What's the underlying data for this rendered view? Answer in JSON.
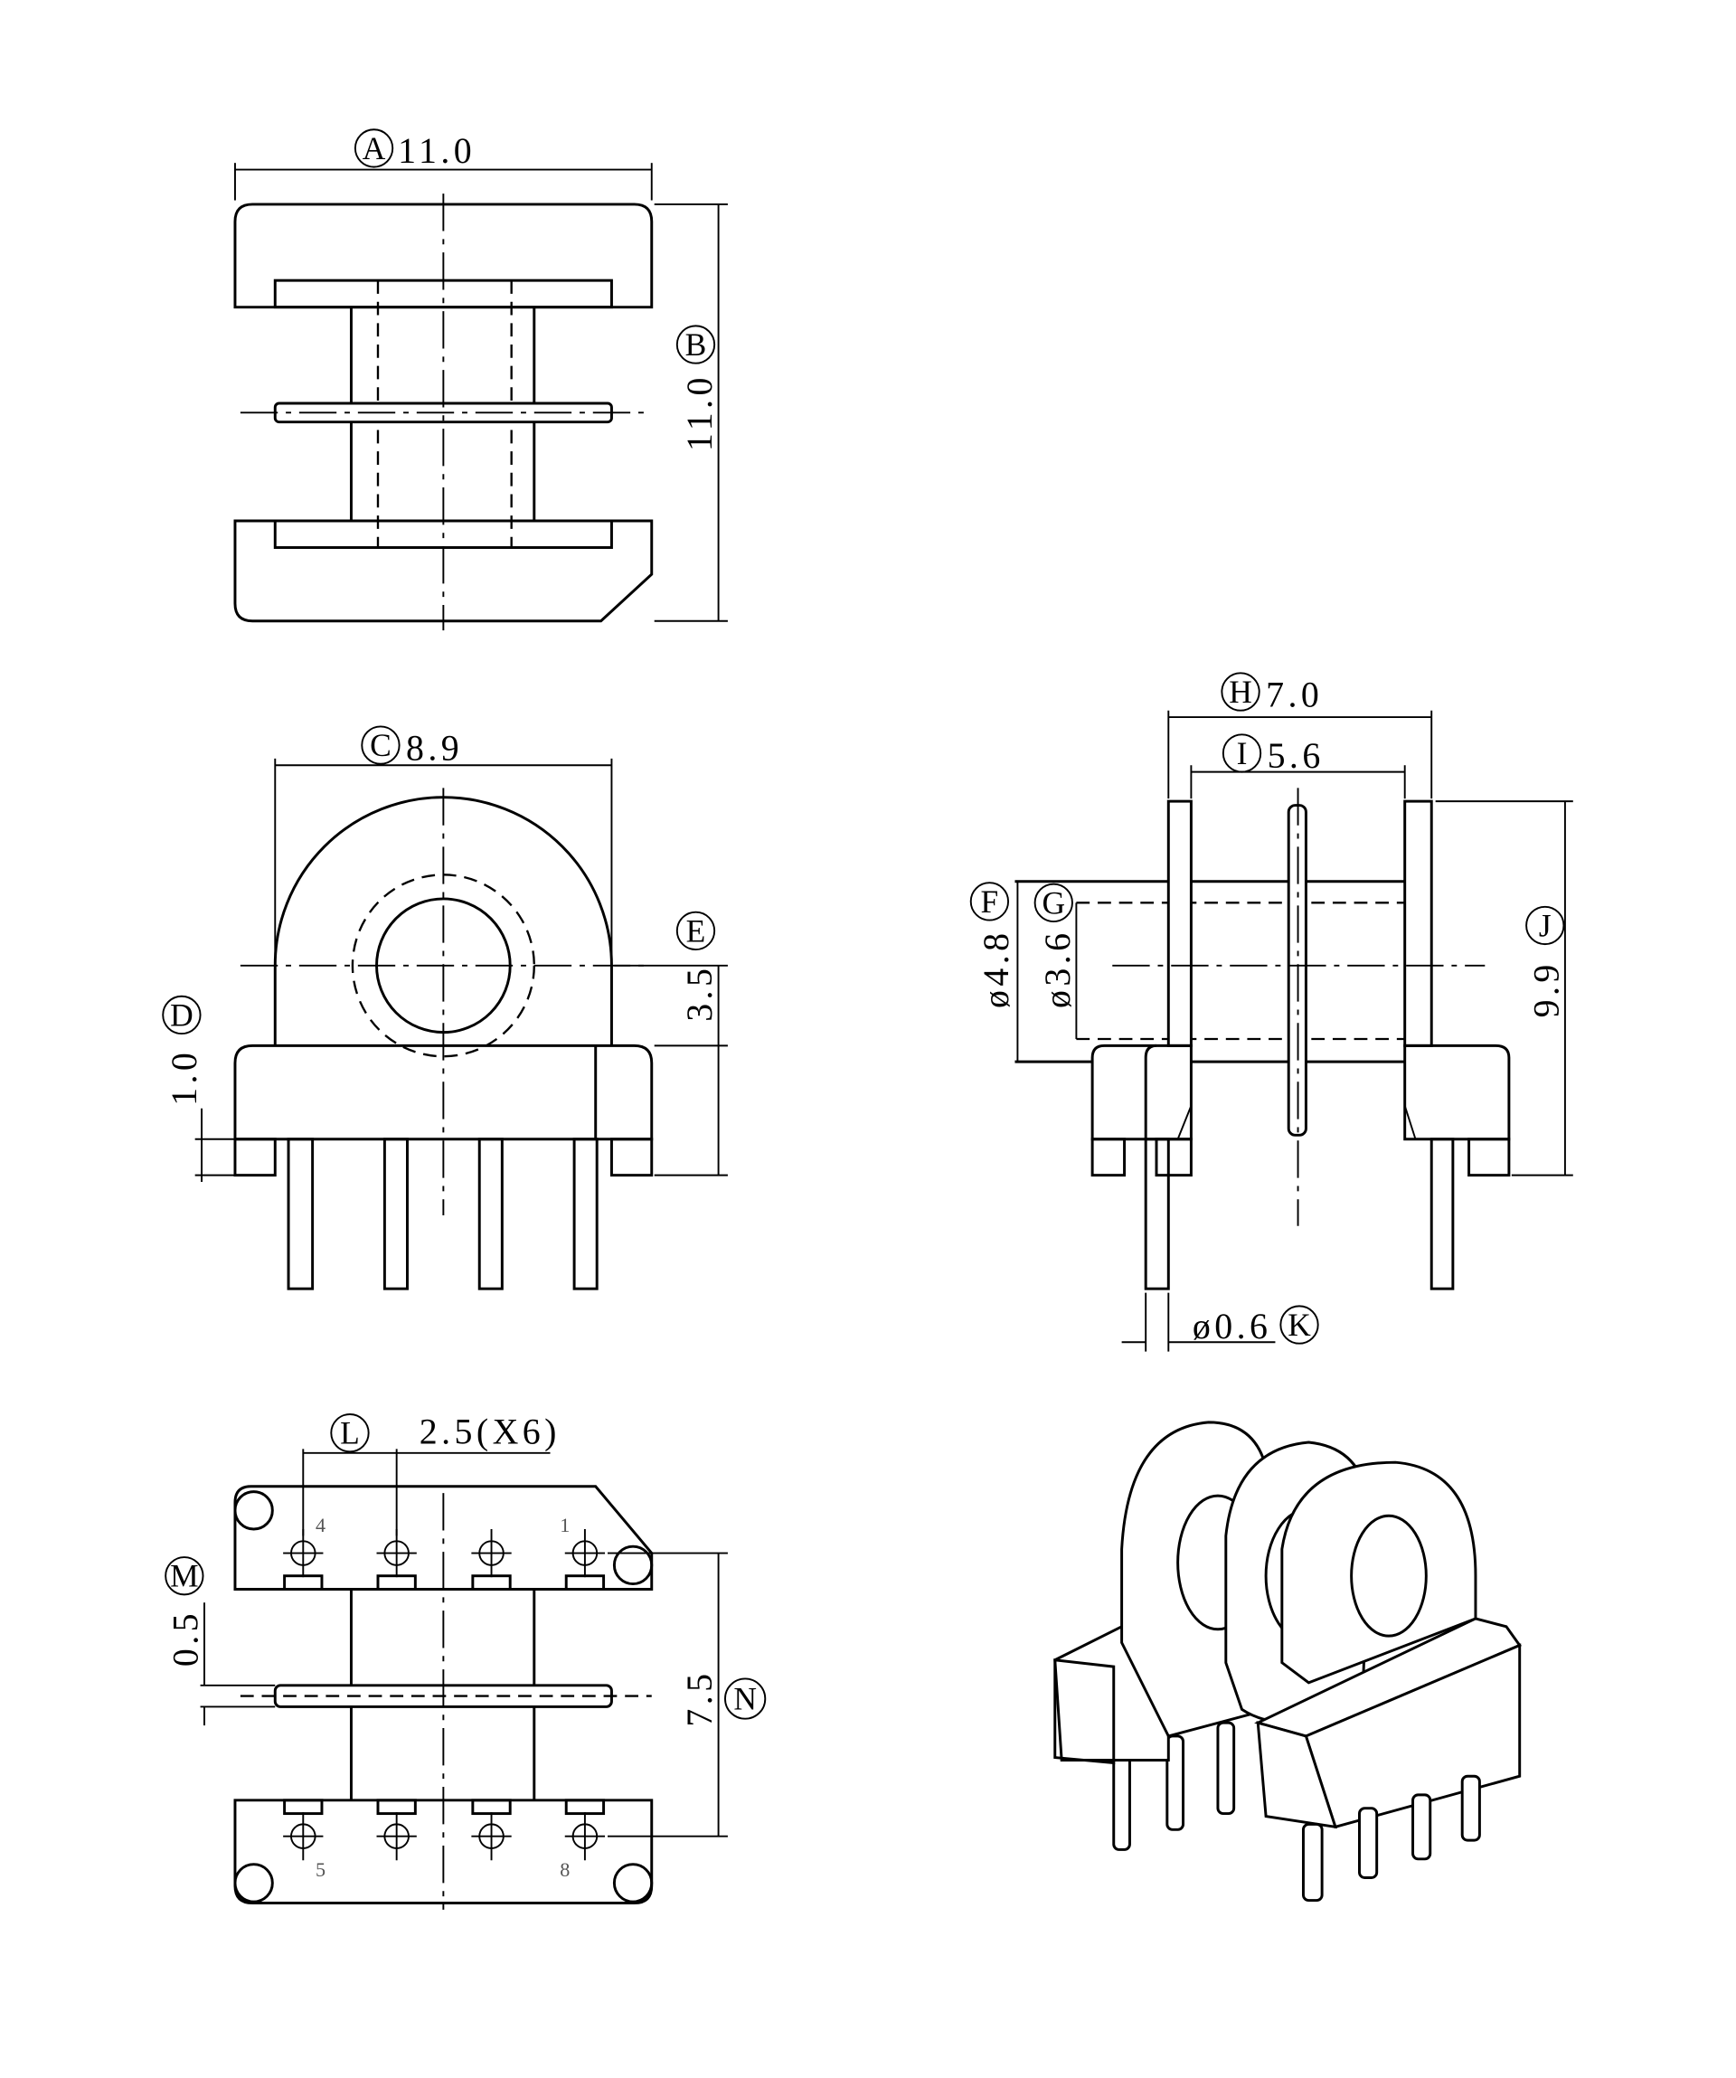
{
  "dimensions": {
    "A": {
      "letter": "A",
      "value": "11.0"
    },
    "B": {
      "letter": "B",
      "value": "11.0"
    },
    "C": {
      "letter": "C",
      "value": "8.9"
    },
    "D": {
      "letter": "D",
      "value": "1.0"
    },
    "E": {
      "letter": "E",
      "value": "3.5"
    },
    "F": {
      "letter": "F",
      "value": "ø4.8"
    },
    "G": {
      "letter": "G",
      "value": "ø3.6"
    },
    "H": {
      "letter": "H",
      "value": "7.0"
    },
    "I": {
      "letter": "I",
      "value": "5.6"
    },
    "J": {
      "letter": "J",
      "value": "9.9"
    },
    "K": {
      "letter": "K",
      "value": "ø0.6"
    },
    "L": {
      "letter": "L",
      "value": "2.5(X6)"
    },
    "M": {
      "letter": "M",
      "value": "0.5"
    },
    "N": {
      "letter": "N",
      "value": "7.5"
    }
  },
  "pin_numbers": {
    "p4": "4",
    "p1": "1",
    "p5": "5",
    "p8": "8"
  }
}
